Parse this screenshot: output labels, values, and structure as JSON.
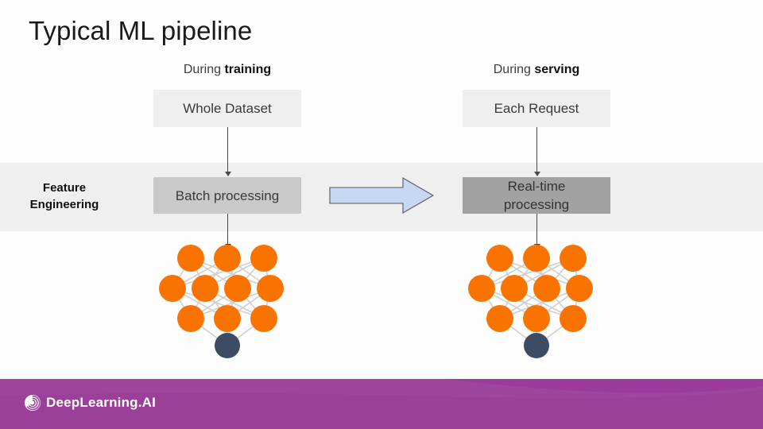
{
  "slide": {
    "title": "Typical ML pipeline",
    "background_color": "#fdfdfd"
  },
  "band": {
    "label_line1": "Feature",
    "label_line2": "Engineering",
    "background_color": "#efefef"
  },
  "columns": [
    {
      "id": "training",
      "header_prefix": "During ",
      "header_emphasis": "training",
      "source_box": "Whole Dataset",
      "process_box": "Batch processing",
      "process_box_color": "#c9c9c9"
    },
    {
      "id": "serving",
      "header_prefix": "During ",
      "header_emphasis": "serving",
      "source_box": "Each Request",
      "process_box_line1": "Real-time",
      "process_box_line2": "processing",
      "process_box_color": "#a2a2a2"
    }
  ],
  "transition_arrow": {
    "icon": "right-block-arrow-icon",
    "fill": "#c7d8f2",
    "stroke": "#55555f"
  },
  "neural_network": {
    "layer_sizes": [
      3,
      4,
      3,
      1
    ],
    "node_color": "#f87300",
    "output_node_color": "#3e4c63",
    "edge_color": "#cfcfcf"
  },
  "footer": {
    "brand": "DeepLearning.AI",
    "logo_icon": "deeplearning-spiral-icon",
    "background_color": "#9a4099"
  }
}
